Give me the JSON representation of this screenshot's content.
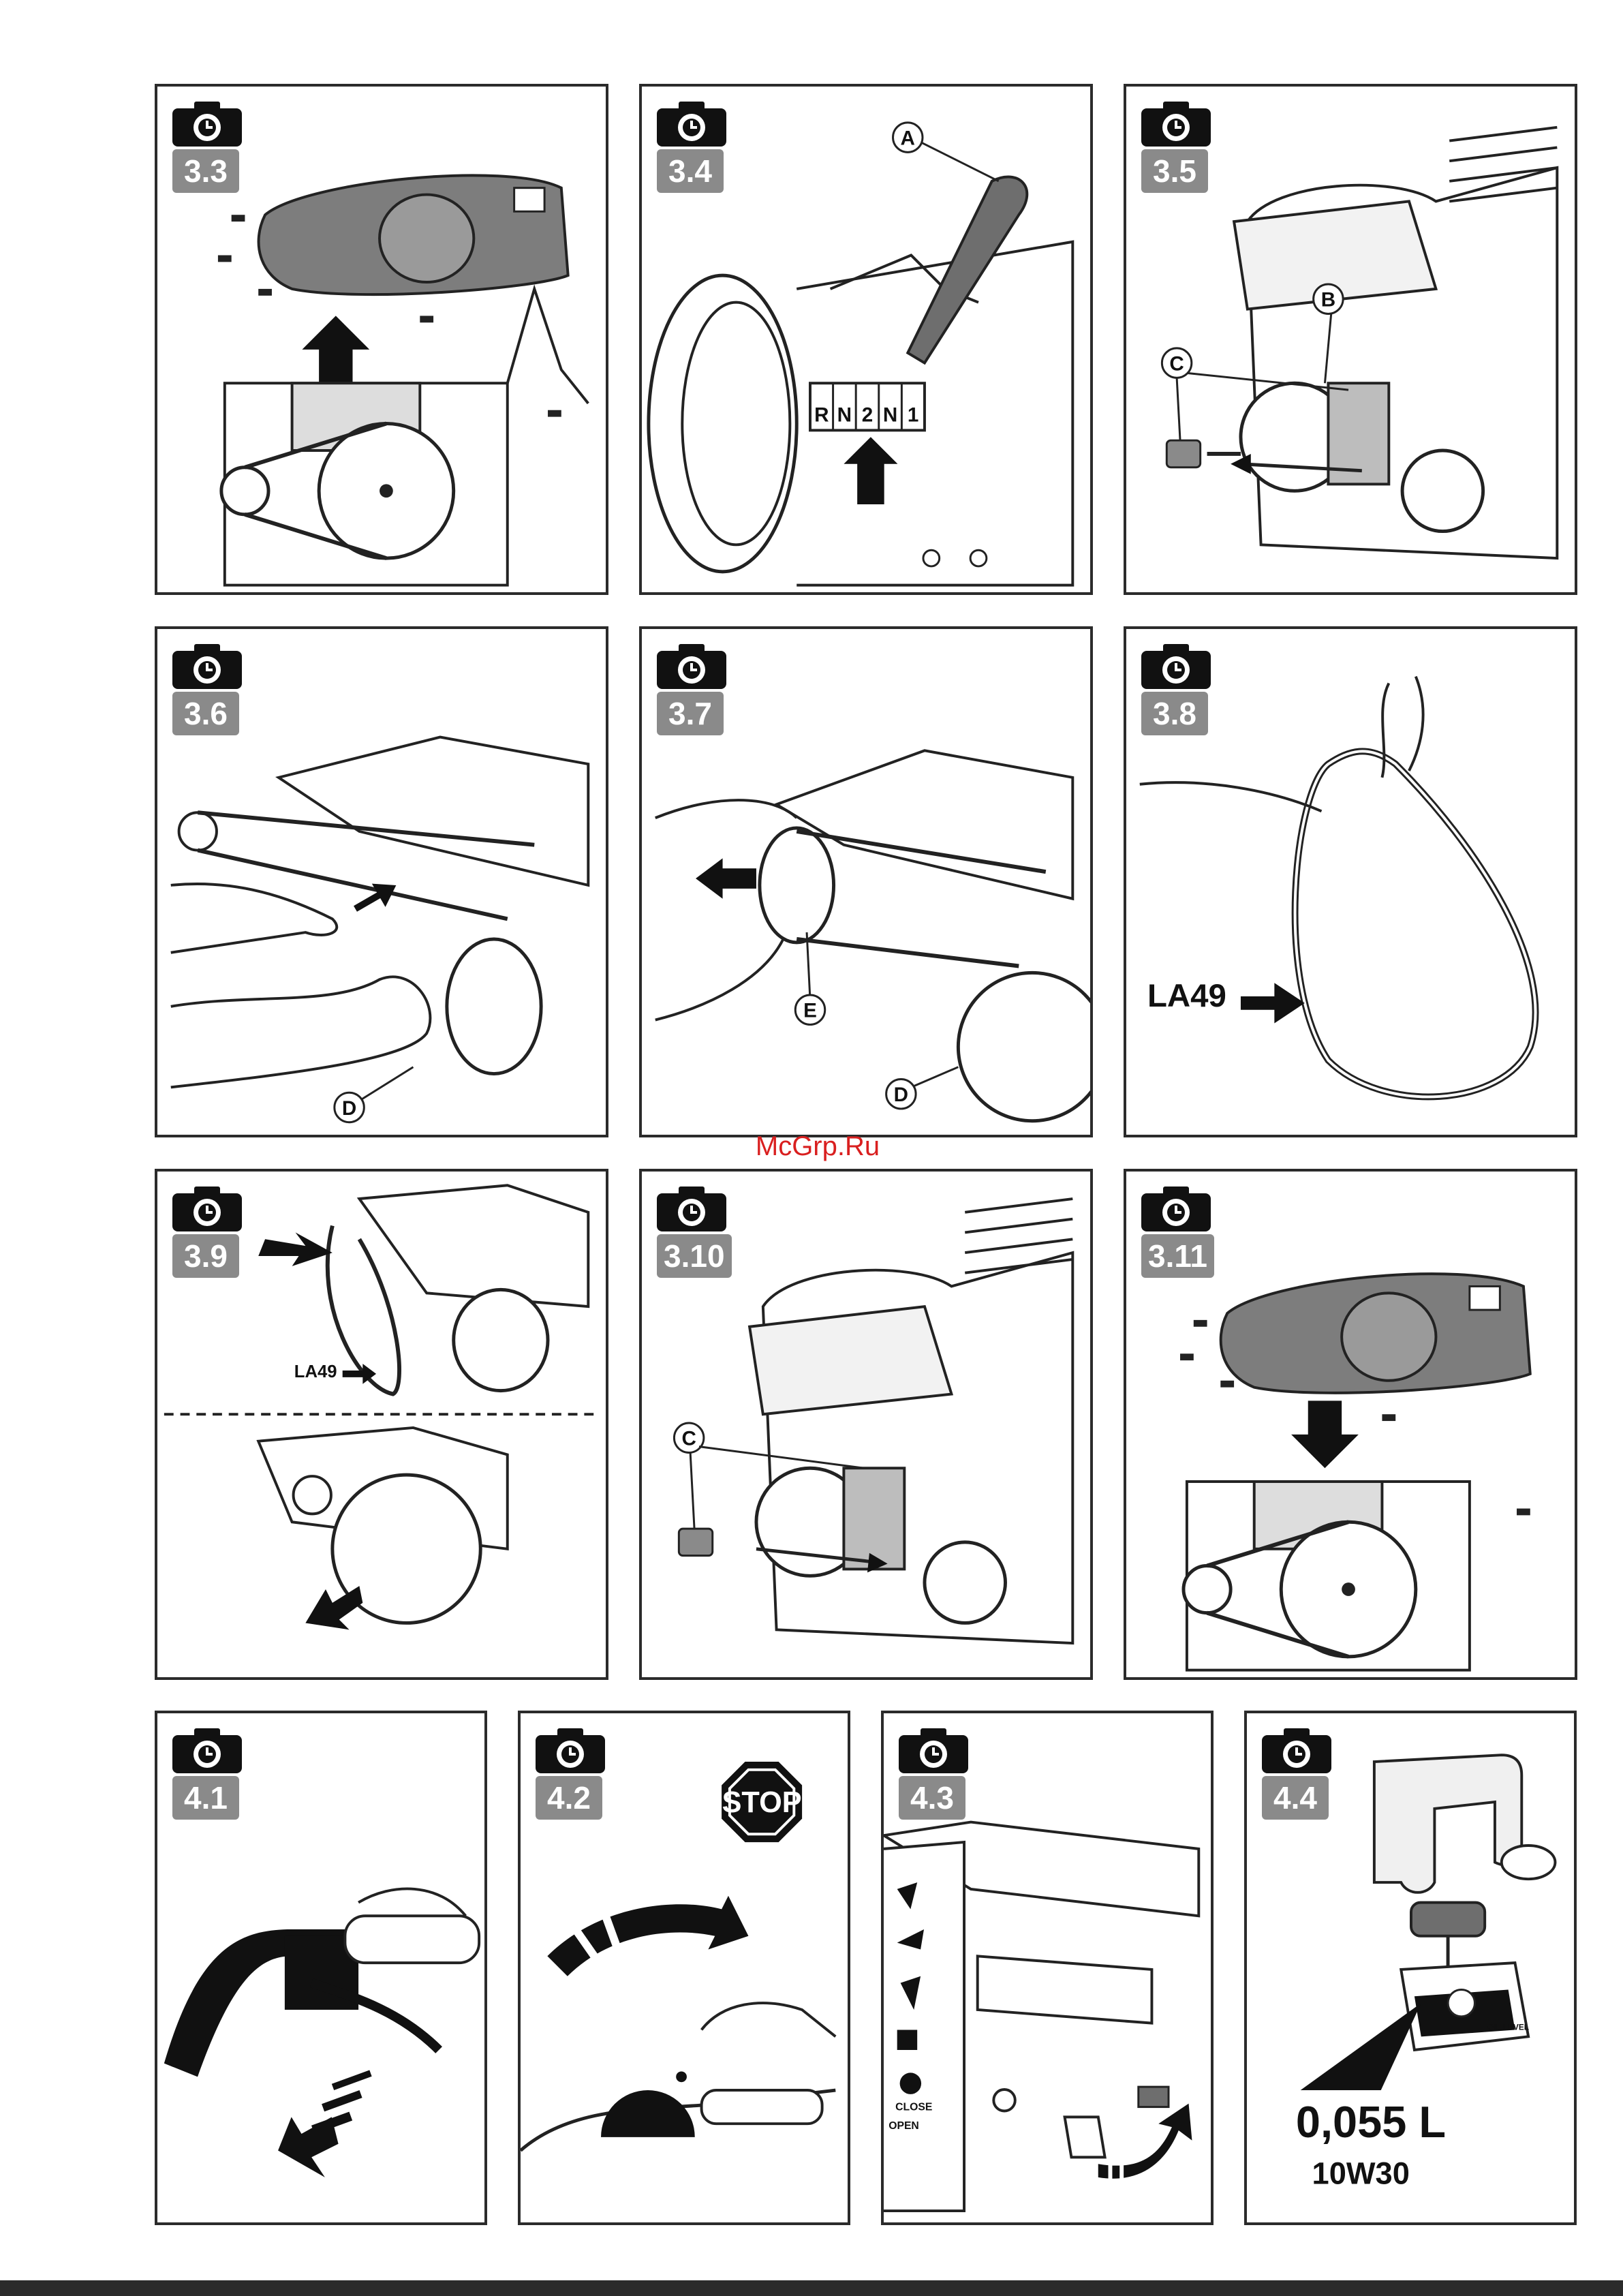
{
  "watermark": "McGrp.Ru",
  "icon": "camera-icon",
  "panels": [
    {
      "step": "3.3"
    },
    {
      "step": "3.4",
      "callouts": [
        "A"
      ],
      "gear_labels": [
        "R",
        "N",
        "2",
        "N",
        "1"
      ]
    },
    {
      "step": "3.5",
      "callouts": [
        "B",
        "C"
      ]
    },
    {
      "step": "3.6",
      "callouts": [
        "D"
      ]
    },
    {
      "step": "3.7",
      "callouts": [
        "E",
        "D"
      ]
    },
    {
      "step": "3.8",
      "belt_label": "LA49"
    },
    {
      "step": "3.9",
      "belt_label": "LA49"
    },
    {
      "step": "3.10",
      "callouts": [
        "C"
      ]
    },
    {
      "step": "3.11"
    },
    {
      "step": "4.1"
    },
    {
      "step": "4.2",
      "sign": "STOP"
    },
    {
      "step": "4.3",
      "choke_labels": [
        "CLOSE",
        "OPEN"
      ]
    },
    {
      "step": "4.4",
      "oil_volume": "0,055 L",
      "oil_grade": "10W30",
      "dipstick_label": "OIL LEVEL"
    }
  ]
}
